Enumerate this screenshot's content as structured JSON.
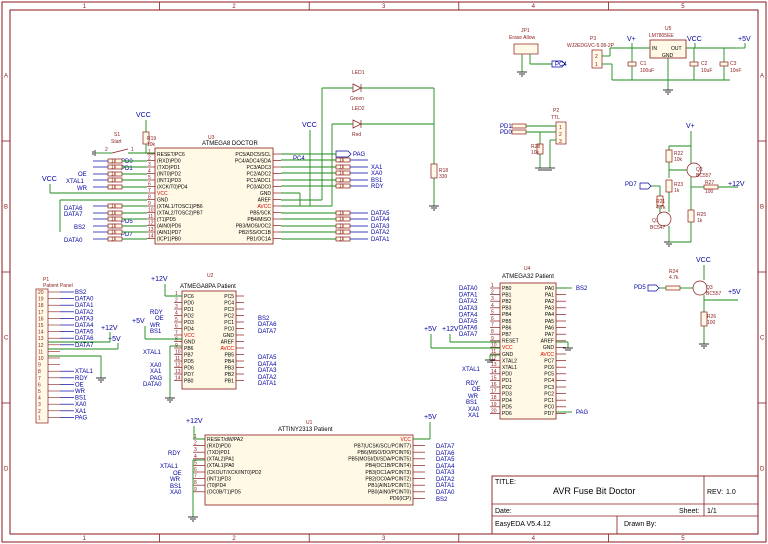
{
  "sheet": {
    "columns": [
      "1",
      "2",
      "3",
      "4",
      "5"
    ],
    "rows": [
      "A",
      "B",
      "C",
      "D"
    ]
  },
  "title_block": {
    "title_label": "TITLE:",
    "title": "AVR Fuse Bit Doctor",
    "rev_label": "REV:",
    "rev": "1.0",
    "date_label": "Date:",
    "sheet_label": "Sheet:",
    "sheet_value": "1/1",
    "tool": "EasyEDA V5.4.12",
    "drawn_label": "Drawn By:"
  },
  "u3": {
    "ref": "U3",
    "name": "ATMEGA8 DOCTOR",
    "left_pins": [
      "RESET/PC6",
      "(RXD)PD0",
      "(TXD)PD1",
      "(INT0)PD2",
      "(INT1)PD3",
      "(XCK/T0)PD4",
      "VCC",
      "GND",
      "(XTAL1/TOSC1)PB6",
      "(XTAL2/TOSC2)PB7",
      "(T1)PD5",
      "(AIN0)PD6",
      "(AIN1)PD7",
      "(ICP1)PB0"
    ],
    "right_pins": [
      "PC5/ADC5/SCL",
      "PC4/ADC4/SDA",
      "PC3/ADC3",
      "PC2/ADC2",
      "PC1/ADC1",
      "PC0/ADC0",
      "GND",
      "AREF",
      "AVCC",
      "PB5/SCK",
      "PB4/MISO",
      "PB3/MOSI/OC2",
      "PB2/SS/OC1B",
      "PB1/OC1A"
    ]
  },
  "u3_nets_left": [
    "PD0",
    "PD1",
    "OE",
    "XTAL1",
    "WR",
    "VCC",
    "DATA6",
    "DATA7",
    "BS2",
    "PD5",
    "PD7",
    "DATA0"
  ],
  "u3_nets_right": [
    "PC4",
    "PAG",
    "XA1",
    "XA0",
    "BS1",
    "RDY",
    "DATA5",
    "DATA4",
    "DATA3",
    "DATA2",
    "DATA1"
  ],
  "u2": {
    "ref": "U2",
    "name": "ATMEGA8PA Patient",
    "left_pins": [
      "PC6",
      "PD0",
      "PD1",
      "PD2",
      "PD3",
      "PD4",
      "VCC",
      "GND",
      "PB6",
      "PB7",
      "PD5",
      "PD6",
      "PD7",
      "PB0"
    ],
    "right_pins": [
      "PC5",
      "PC4",
      "PC3",
      "PC2",
      "PC1",
      "PC0",
      "GND",
      "AREF",
      "AVCC",
      "PB5",
      "PB4",
      "PB3",
      "PB2",
      "PB1"
    ]
  },
  "u2_nets": [
    "+12V",
    "RDY",
    "OE",
    "WR",
    "BS1",
    "+5V",
    "XTAL1",
    "XA0",
    "XA1",
    "PAG",
    "DATA0",
    "BS2",
    "DATA6",
    "DATA7",
    "DATA5",
    "DATA4",
    "DATA3",
    "DATA2",
    "DATA1"
  ],
  "u4": {
    "ref": "U4",
    "name": "ATMEGA32 Patient",
    "left_pins": [
      "PB0",
      "PB1",
      "PB2",
      "PB3",
      "PB4",
      "PB5",
      "PB6",
      "PB7",
      "RESET",
      "VCC",
      "GND",
      "XTAL2",
      "XTAL1",
      "PD0",
      "PD1",
      "PD2",
      "PD3",
      "PD4",
      "PD5",
      "PD6"
    ],
    "right_pins": [
      "PA0",
      "PA1",
      "PA2",
      "PA3",
      "PA4",
      "PA5",
      "PA6",
      "PA7",
      "AREF",
      "GND",
      "AVCC",
      "PC7",
      "PC6",
      "PC5",
      "PC4",
      "PC3",
      "PC2",
      "PC1",
      "PC0",
      "PD7"
    ]
  },
  "u4_nets": [
    "DATA0",
    "DATA1",
    "DATA2",
    "DATA3",
    "DATA4",
    "DATA5",
    "DATA6",
    "DATA7",
    "+5V",
    "+12V",
    "XTAL1",
    "RDY",
    "OE",
    "WR",
    "BS1",
    "XA0",
    "XA1",
    "BS2",
    "PAG"
  ],
  "u1": {
    "ref": "U1",
    "name": "ATTINY2313 Patient",
    "left_pins": [
      "RESET/dW/PA2",
      "(RXD)PD0",
      "(TXD)PD1",
      "(XTAL2)PA1",
      "(XTAL1)PA0",
      "(CKOUT/XCK/INT0)PD2",
      "(INT1)PD3",
      "(T0)PD4",
      "(OC0B/T1)PD5"
    ],
    "right_pins": [
      "VCC",
      "PB7(UCSK/SCL/PCINT7)",
      "PB6(MISO/DO/PCINT6)",
      "PB5(MOSI/DI/SDA/PCINT5)",
      "PB4(OC1B/PCINT4)",
      "PB3(OC1A/PCINT3)",
      "PB2(OC0A/PCINT2)",
      "PB1(AIN1/PCINT1)",
      "PB0(AIN0/PCINT0)",
      "PD6(ICP)"
    ]
  },
  "u1_nets": [
    "+12V",
    "RDY",
    "XTAL1",
    "OE",
    "WR",
    "BS1",
    "XA0",
    "+5V",
    "DATA7",
    "DATA6",
    "DATA5",
    "DATA4",
    "DATA3",
    "DATA2",
    "DATA1",
    "DATA0",
    "BS2"
  ],
  "p1": {
    "ref": "P1",
    "name": "Patient Panel",
    "pins": [
      "20",
      "19",
      "18",
      "17",
      "16",
      "15",
      "14",
      "13",
      "12",
      "11",
      "10",
      "9",
      "8",
      "7",
      "6",
      "5",
      "4",
      "3",
      "2",
      "1"
    ],
    "nets": [
      "BS2",
      "DATA0",
      "DATA1",
      "DATA2",
      "DATA3",
      "DATA4",
      "DATA5",
      "DATA6",
      "DATA7",
      "+12V",
      "+5V",
      "",
      "XTAL1",
      "RDY",
      "OE",
      "WR",
      "BS1",
      "XA0",
      "XA1",
      "PAG"
    ]
  },
  "power": {
    "u5_ref": "U5",
    "u5_name": "LM7805EE",
    "u5_in": "IN",
    "u5_out": "OUT",
    "u5_gnd": "GND",
    "p3_ref": "P3",
    "p3_name": "WJ2EDGVC-5.08-2P",
    "c1_ref": "C1",
    "c1_val": "100uF",
    "c2_ref": "C2",
    "c2_val": "10uF",
    "c3_ref": "C3",
    "c3_val": "10nF",
    "vplus": "V+",
    "vcc": "VCC",
    "plus5": "+5V"
  },
  "jp1": {
    "ref": "JP1",
    "name": "Erase Allow",
    "net": "PC4"
  },
  "leds": {
    "led1": "LED1",
    "led1_color": "Green",
    "led2": "LED2",
    "led2_color": "Red",
    "r18": "R18",
    "r18_val": "330"
  },
  "p2": {
    "ref": "P2",
    "name": "TTL",
    "nets": [
      "PD1",
      "PD0"
    ],
    "r28": "R28",
    "r28_val": "10k"
  },
  "switch": {
    "ref": "S1",
    "name": "Start",
    "r19": "R19",
    "r19_val": "10k",
    "vcc": "VCC"
  },
  "transistors": {
    "q2": "Q2",
    "q2_type": "BC557",
    "q1": "Q1",
    "q1_type": "BC547",
    "q3": "Q3",
    "q3_type": "BC557",
    "r22": "R22",
    "r22_val": "10k",
    "r23": "R23",
    "r23_val": "1k",
    "r21": "R21",
    "r21_val": "4.7k",
    "r25": "R25",
    "r25_val": "1k",
    "r27": "R27",
    "r27_val": "100",
    "r24": "R24",
    "r24_val": "4.7k",
    "r26": "R26",
    "r26_val": "100",
    "pd7": "PD7",
    "pd5": "PD5",
    "vplus": "V+",
    "plus12": "+12V",
    "vcc": "VCC",
    "plus5": "+5V"
  },
  "misc": {
    "vcc": "VCC",
    "r1k": "1k"
  }
}
